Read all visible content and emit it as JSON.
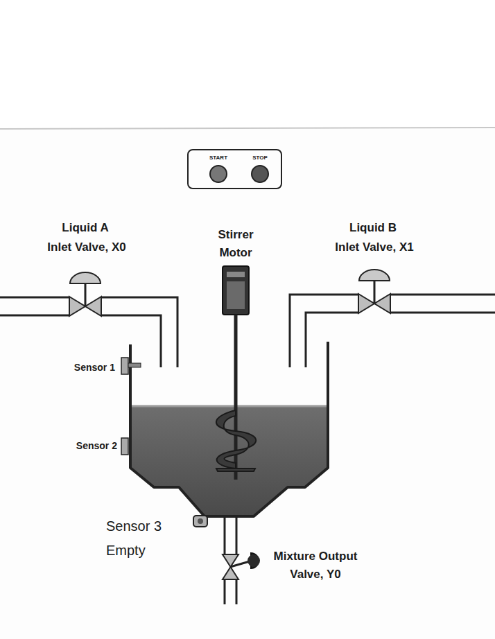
{
  "diagram": {
    "nodes": [
      {
        "text": [
          "START",
          "STOP"
        ]
      }
    ],
    "labels": [
      "Liquid A",
      "Inlet Valve, X0",
      "Stirrer Motor",
      "Liquid B",
      "Inlet Valve, X1",
      "Sensor 1",
      "Sensor 2",
      "Sensor 3 Empty",
      "Mixture Output Valve, Y0"
    ]
  }
}
